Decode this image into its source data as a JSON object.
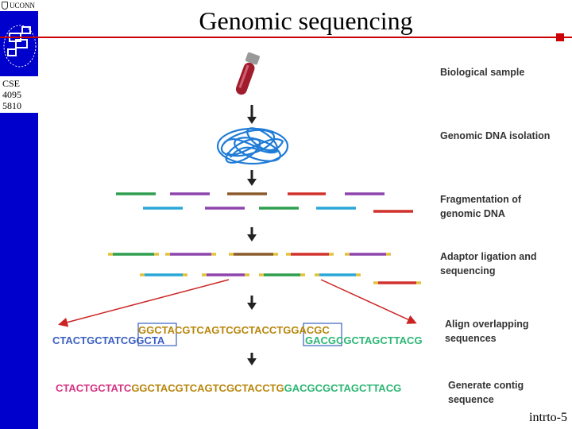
{
  "slide": {
    "title": "Genomic sequencing",
    "university": "UCONN",
    "course_lines": [
      "CSE",
      "4095",
      "5810"
    ],
    "footer": "intrto-5"
  },
  "steps": [
    "Biological sample",
    "Genomic DNA isolation",
    "Fragmentation of",
    "genomic DNA",
    "Adaptor ligation and",
    "sequencing",
    "Align overlapping",
    "sequences",
    "Generate contig",
    "sequence"
  ],
  "reads": {
    "top": {
      "pre": "",
      "box1": "GGCTA",
      "mid": "CGTCAGTCGCTACCTG",
      "box2": "GACGC",
      "post": ""
    },
    "left": {
      "pre": "CTACTGCTATC",
      "box": "GGCTA"
    },
    "right": {
      "box": "GACGC",
      "post": "GCTAGCTTACG"
    }
  },
  "contig": {
    "part1": "CTACTGCTATC",
    "part2": "GGCTACGTCAGTCGCTACCTG",
    "part3": "GACGCGCTAGCTTACG"
  },
  "colors": {
    "sidebar": "#0000cc",
    "accent_red": "#cc0000",
    "read_top": "#b8860b",
    "read_left": "#3b5fc0",
    "read_right": "#2bb673",
    "contig_pink": "#d63384",
    "contig_orange": "#b8860b",
    "contig_green": "#2bb673",
    "tube": "#a01c2c",
    "dna": "#1e7bd6",
    "frag_green": "#2e9e4f",
    "frag_purple": "#8e44ad",
    "frag_brown": "#8b5a2b",
    "frag_red": "#d0312d",
    "frag_cyan": "#2aa7d6",
    "adaptor": "#e2c23a"
  }
}
